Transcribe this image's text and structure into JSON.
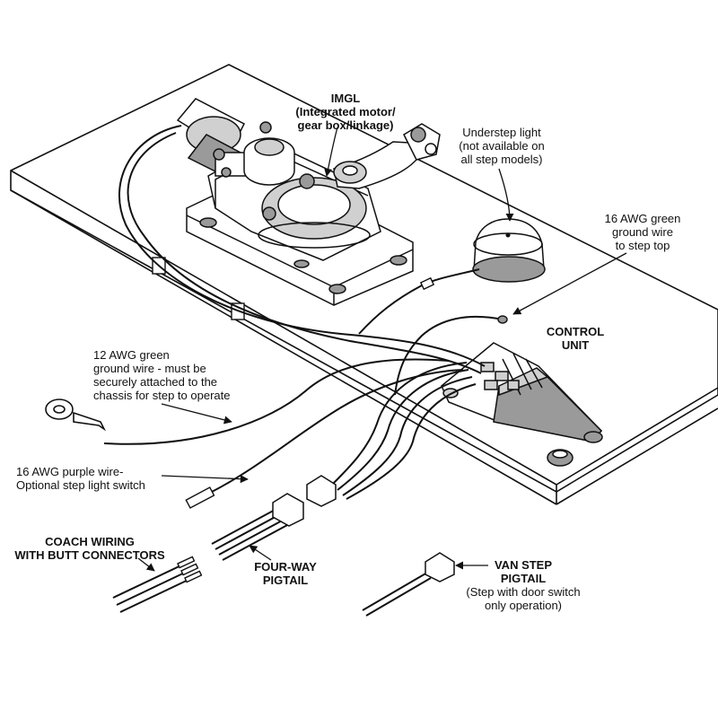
{
  "labels": {
    "imgl": {
      "title": "IMGL",
      "lines": [
        "(Integrated motor/",
        "gear box/linkage)"
      ]
    },
    "understep_light": {
      "lines": [
        "Understep light",
        "(not available on",
        "all step models)"
      ]
    },
    "green_wire_16": {
      "lines": [
        "16 AWG green",
        "ground wire",
        "to step top"
      ]
    },
    "control_unit": {
      "lines": [
        "CONTROL",
        "UNIT"
      ]
    },
    "green_wire_12": {
      "lines": [
        "12 AWG green",
        "ground wire - must be",
        "securely attached to the",
        "chassis for step to operate"
      ]
    },
    "purple_wire": {
      "lines": [
        "16 AWG purple wire-",
        "Optional step light switch"
      ]
    },
    "coach_wiring": {
      "lines": [
        "COACH WIRING",
        "WITH BUTT CONNECTORS"
      ]
    },
    "four_way": {
      "lines": [
        "FOUR-WAY",
        "PIGTAIL"
      ]
    },
    "van_step": {
      "title_lines": [
        "VAN STEP",
        "PIGTAIL"
      ],
      "note_lines": [
        "(Step with door switch",
        "only operation)"
      ]
    }
  },
  "colors": {
    "line": "#111111",
    "paper": "#ffffff",
    "shade": "#9a9a9a",
    "light_shade": "#d0d0d0"
  }
}
